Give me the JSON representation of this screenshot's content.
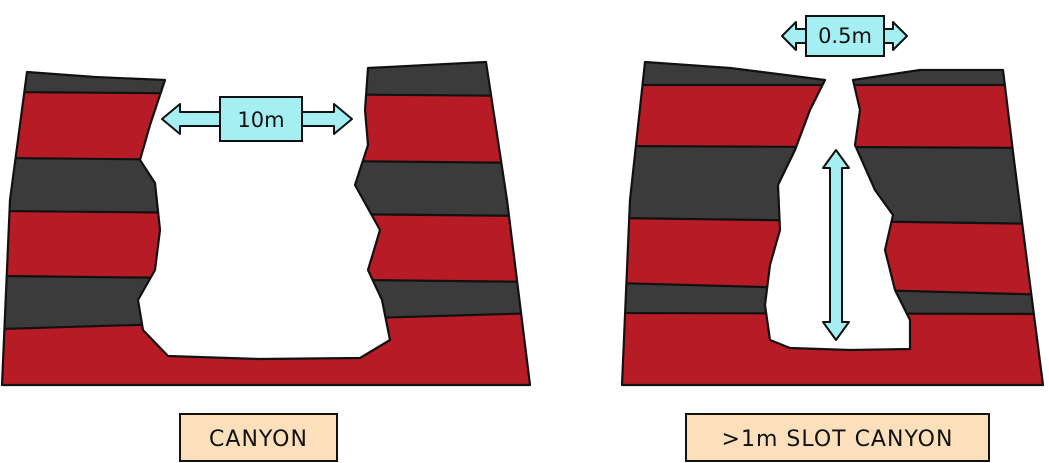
{
  "colors": {
    "red_layer": "#b71b25",
    "dark_layer": "#3b3b3b",
    "arrow_fill": "#a5eff2",
    "caption_fill": "#fce0bb",
    "outline": "#111111"
  },
  "canyon": {
    "width_label": "10m",
    "caption": "CANYON"
  },
  "slot_canyon": {
    "width_label": "0.5m",
    "caption": ">1m SLOT CANYON"
  }
}
